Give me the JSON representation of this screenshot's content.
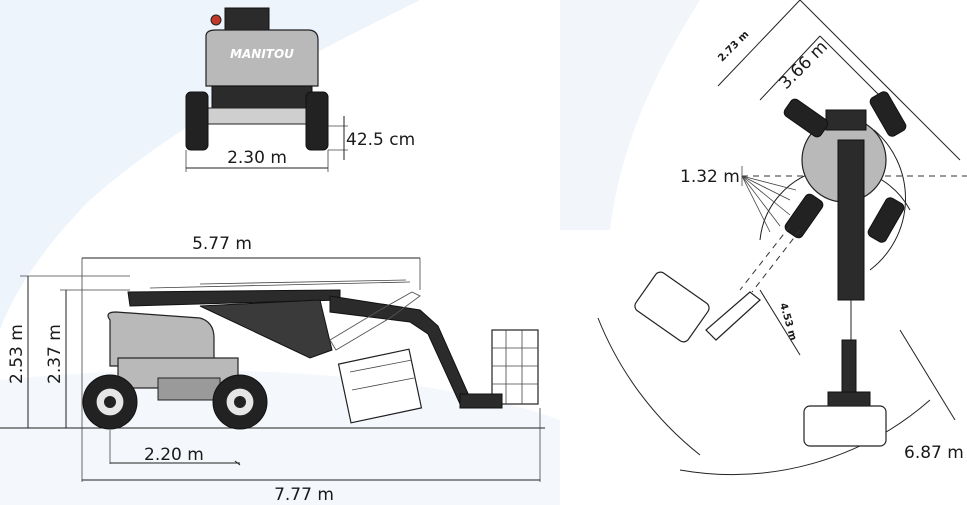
{
  "brand": "MANITOU",
  "front_view": {
    "width_label": "2.30 m",
    "ground_clearance_label": "42.5 cm"
  },
  "side_view": {
    "platform_length_label": "5.77 m",
    "height_label": "2.53 m",
    "height_stowed_label": "2.37 m",
    "wheelbase_label": "2.20 m",
    "total_length_label": "7.77 m"
  },
  "top_view": {
    "label_273": "2.73 m",
    "label_366": "3.66 m",
    "label_132": "1.32 m",
    "label_453": "4.53 m",
    "label_687": "6.87 m"
  }
}
